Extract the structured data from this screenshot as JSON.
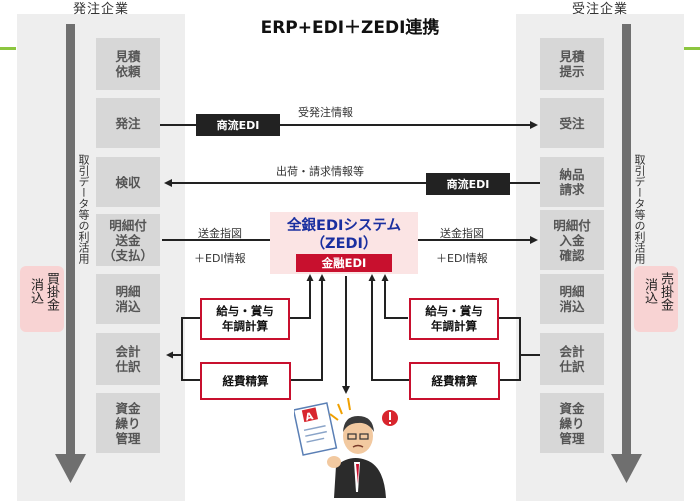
{
  "title": "ERP+EDI＋ZEDI連携",
  "left": {
    "header": "発注企業",
    "steps": [
      "見積\n依頼",
      "発注",
      "検収",
      "明細付\n送金\n（支払）",
      "明細\n消込",
      "会計\n仕訳",
      "資金\n繰り\n管理"
    ],
    "side_label": "取引データ等の利活用",
    "reconcile_col1": "消込",
    "reconcile_col2": "買掛金"
  },
  "right": {
    "header": "受注企業",
    "steps": [
      "見積\n提示",
      "受注",
      "納品\n請求",
      "明細付\n入金\n確認",
      "明細\n消込",
      "会計\n仕訳",
      "資金\n繰り\n管理"
    ],
    "side_label": "取引データ等の利活用",
    "reconcile_col1": "売掛金",
    "reconcile_col2": "消込"
  },
  "flows": {
    "order_edi": "商流EDI",
    "order_info": "受発注情報",
    "ship_info": "出荷・請求情報等",
    "ship_edi": "商流EDI",
    "remit_left": "送金指図",
    "edi_info_left": "＋EDI情報",
    "remit_right": "送金指図",
    "edi_info_right": "＋EDI情報"
  },
  "zedi": {
    "name": "全銀EDIシステム",
    "abbr": "（ZEDI）",
    "finance_edi": "金融EDI"
  },
  "boxes": {
    "payroll_left": "給与・賞与\n年調計算",
    "expense_left": "経費精算",
    "payroll_right": "給与・賞与\n年調計算",
    "expense_right": "経費精算"
  },
  "colors": {
    "panel": "#eeeeee",
    "step": "#d7d7d7",
    "accent_red": "#c8102e",
    "zedi_blue": "#1a2fa0",
    "edi_dark": "#222222",
    "pink": "#f8d3d3",
    "green_line": "#8cc63f"
  },
  "icons": [
    "businessman-icon",
    "document-a-icon",
    "exclamation-icon"
  ]
}
